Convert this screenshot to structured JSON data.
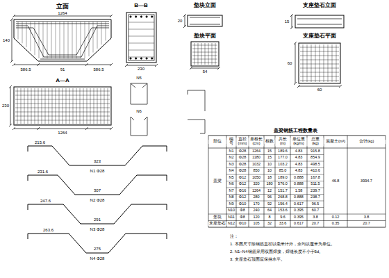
{
  "diagram": {
    "labels": [
      "立面",
      "B—B",
      "垫块立面",
      "支座垫石立面",
      "A—A",
      "垫块平面",
      "支座垫石平面",
      "1264",
      "140",
      "586.5",
      "91",
      "586.5",
      "1264",
      "230",
      "N1 Φ28",
      "215.6",
      "323",
      "N2 Φ28",
      "231.6",
      "307",
      "N3 Φ28",
      "247.6",
      "291",
      "N4 Φ28",
      "263.6",
      "275",
      "N5",
      "N6",
      "230",
      "20",
      "54",
      "15",
      "60",
      "60",
      "盖梁钢筋工程数量表",
      "部位",
      "编号",
      "直径(mm)",
      "单根长(cm)",
      "根数",
      "共长(m)",
      "单位重(kg/m)",
      "总重(kg)",
      "混凝土(m³)",
      "合计(kg)",
      "N1",
      "Φ28",
      "1264",
      "15",
      "189.6",
      "4.83",
      "915.8",
      "N2",
      "Φ28",
      "1180",
      "15",
      "177.0",
      "4.83",
      "854.9",
      "N3",
      "Φ28",
      "1032",
      "10",
      "103.2",
      "4.83",
      "498.5",
      "N4",
      "Φ28",
      "850",
      "10",
      "85.0",
      "4.83",
      "410.6",
      "N5",
      "Φ12",
      "1050",
      "18",
      "189.0",
      "0.888",
      "167.8",
      "N6",
      "Φ12",
      "320",
      "180",
      "576.0",
      "0.888",
      "511.5",
      "N7",
      "Φ16",
      "1264",
      "12",
      "151.7",
      "1.58",
      "239.7",
      "N8",
      "Φ12",
      "280",
      "96",
      "268.8",
      "0.888",
      "238.7",
      "N9",
      "Φ10",
      "170",
      "92",
      "156.4",
      "0.617",
      "96.5",
      "N10",
      "Φ8",
      "240",
      "64",
      "153.6",
      "0.395",
      "60.7",
      "N11",
      "Φ8",
      "120",
      "8",
      "9.6",
      "0.395",
      "3.8",
      "N12",
      "Φ10",
      "105",
      "32",
      "33.6",
      "0.617",
      "20.7",
      "盖梁",
      "垫块",
      "支座垫石",
      "46.8",
      "0.12",
      "0.35",
      "3994.7",
      "3.8",
      "20.7",
      "注：",
      "1. 本图尺寸除钢筋直径以毫米计外，余均以厘米为单位。",
      "2. N1~N4钢筋采用双面焊接，焊缝长度不小于5d。",
      "3. 支座垫石顶面应保持水平。"
    ]
  }
}
